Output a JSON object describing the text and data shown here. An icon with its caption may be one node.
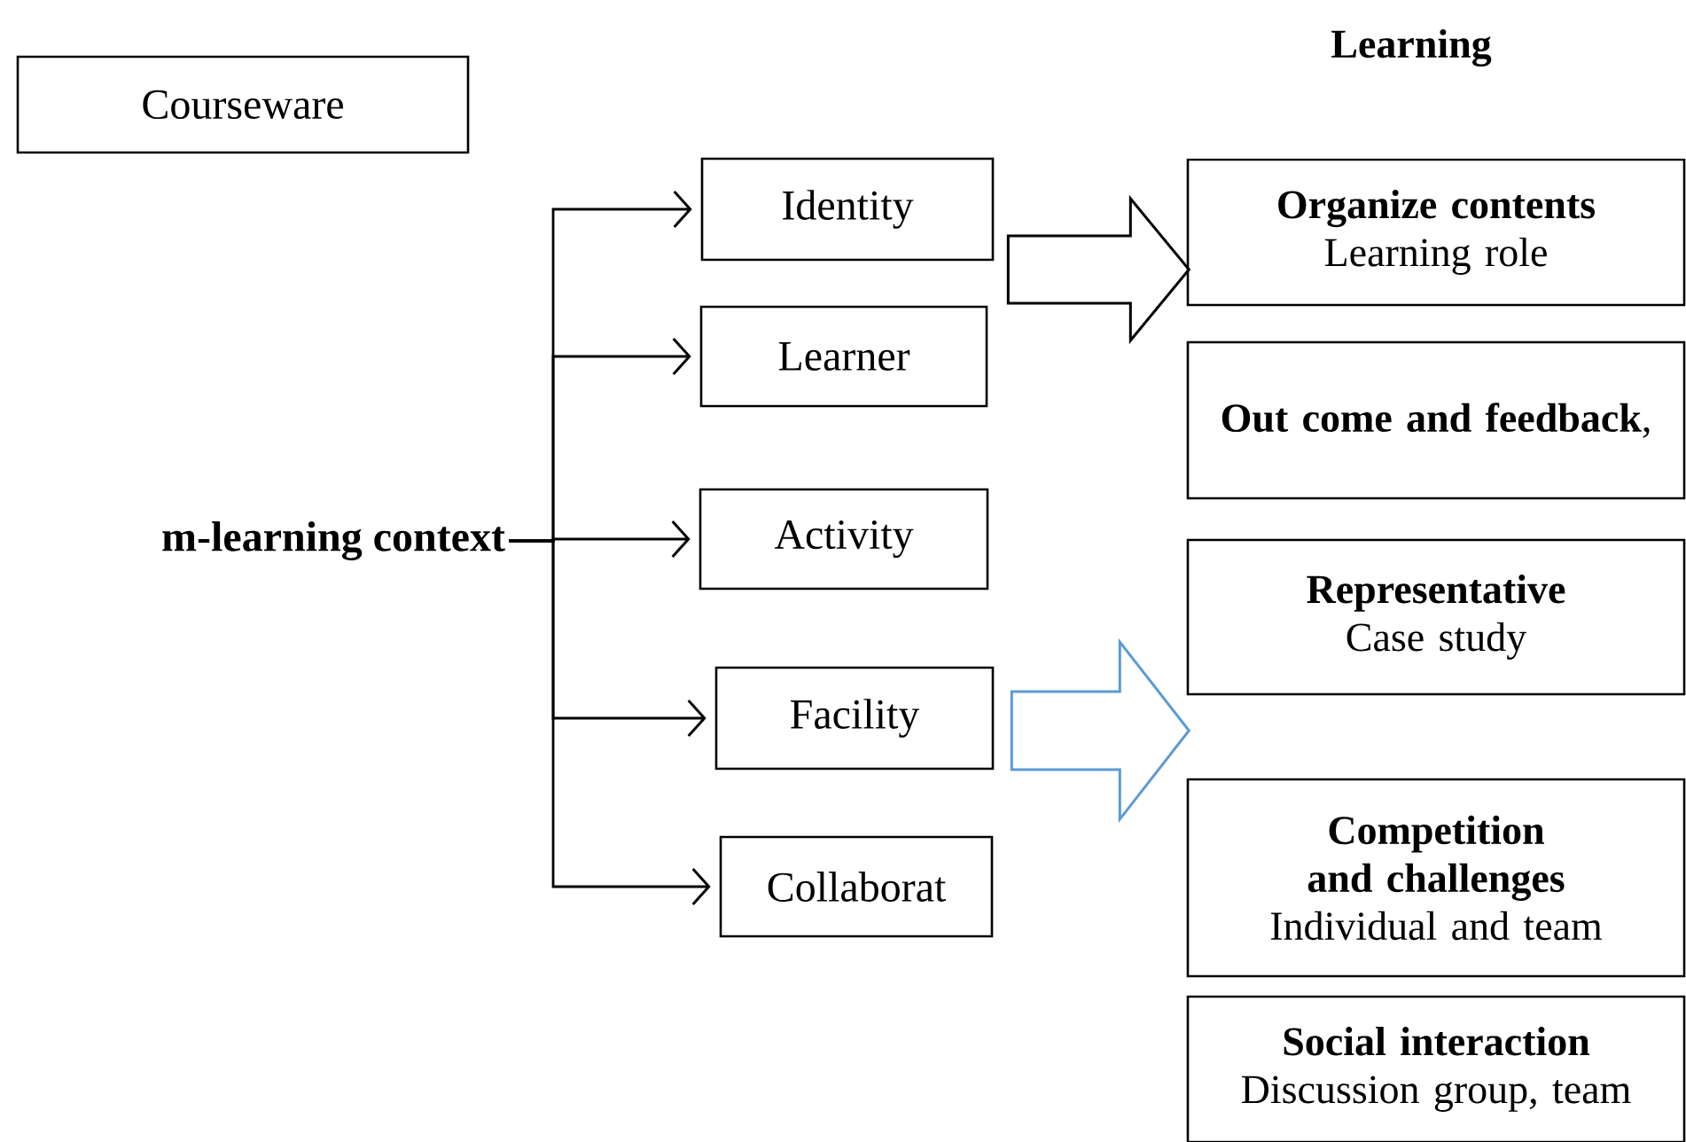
{
  "diagram": {
    "title": "Learning",
    "nodes": [
      {
        "text": [
          "Courseware"
        ]
      },
      {
        "text": [
          "m-learning context"
        ]
      },
      {
        "text": [
          "Identity"
        ]
      },
      {
        "text": [
          "Learner"
        ]
      },
      {
        "text": [
          "Activity"
        ]
      },
      {
        "text": [
          "Facility"
        ]
      },
      {
        "text": [
          "Collaborat"
        ]
      },
      {
        "text": [
          "Organize contents",
          "Learning role"
        ]
      },
      {
        "text": [
          "**Out come and feedback**,"
        ]
      },
      {
        "text": [
          "Representative",
          "Case study"
        ]
      },
      {
        "text": [
          "Competition and challenges",
          "Individual and team"
        ]
      },
      {
        "text": [
          "Social interaction",
          "Discussion group, team"
        ]
      }
    ],
    "edges": [
      {
        "from": 1,
        "to": 2,
        "arrow": "to"
      },
      {
        "from": 1,
        "to": 3,
        "arrow": "to"
      },
      {
        "from": 1,
        "to": 4,
        "arrow": "to"
      },
      {
        "from": 1,
        "to": 5,
        "arrow": "to"
      },
      {
        "from": 1,
        "to": 6,
        "arrow": "to"
      },
      {
        "from": 2,
        "to": 7,
        "arrow": "to",
        "style": "thick"
      },
      {
        "from": 5,
        "to": null,
        "arrow": "to",
        "style": "thick",
        "color": "#5b9bd5"
      }
    ]
  }
}
